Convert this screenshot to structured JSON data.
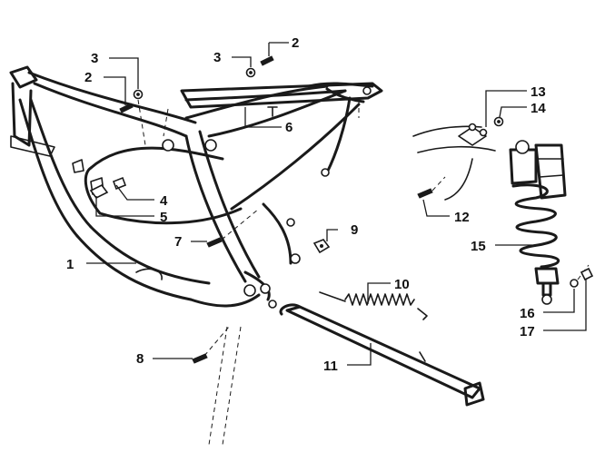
{
  "diagram": {
    "callouts": [
      "1",
      "2",
      "3",
      "4",
      "5",
      "6",
      "7",
      "8",
      "9",
      "10",
      "11",
      "12",
      "13",
      "14",
      "15",
      "16",
      "17"
    ]
  },
  "icons": {
    "part_icons": [
      "frame-icon",
      "bolt-icon",
      "washer-icon",
      "nut-icon",
      "spring-icon",
      "side-stand-icon",
      "shock-absorber-icon",
      "bushing-icon"
    ]
  }
}
